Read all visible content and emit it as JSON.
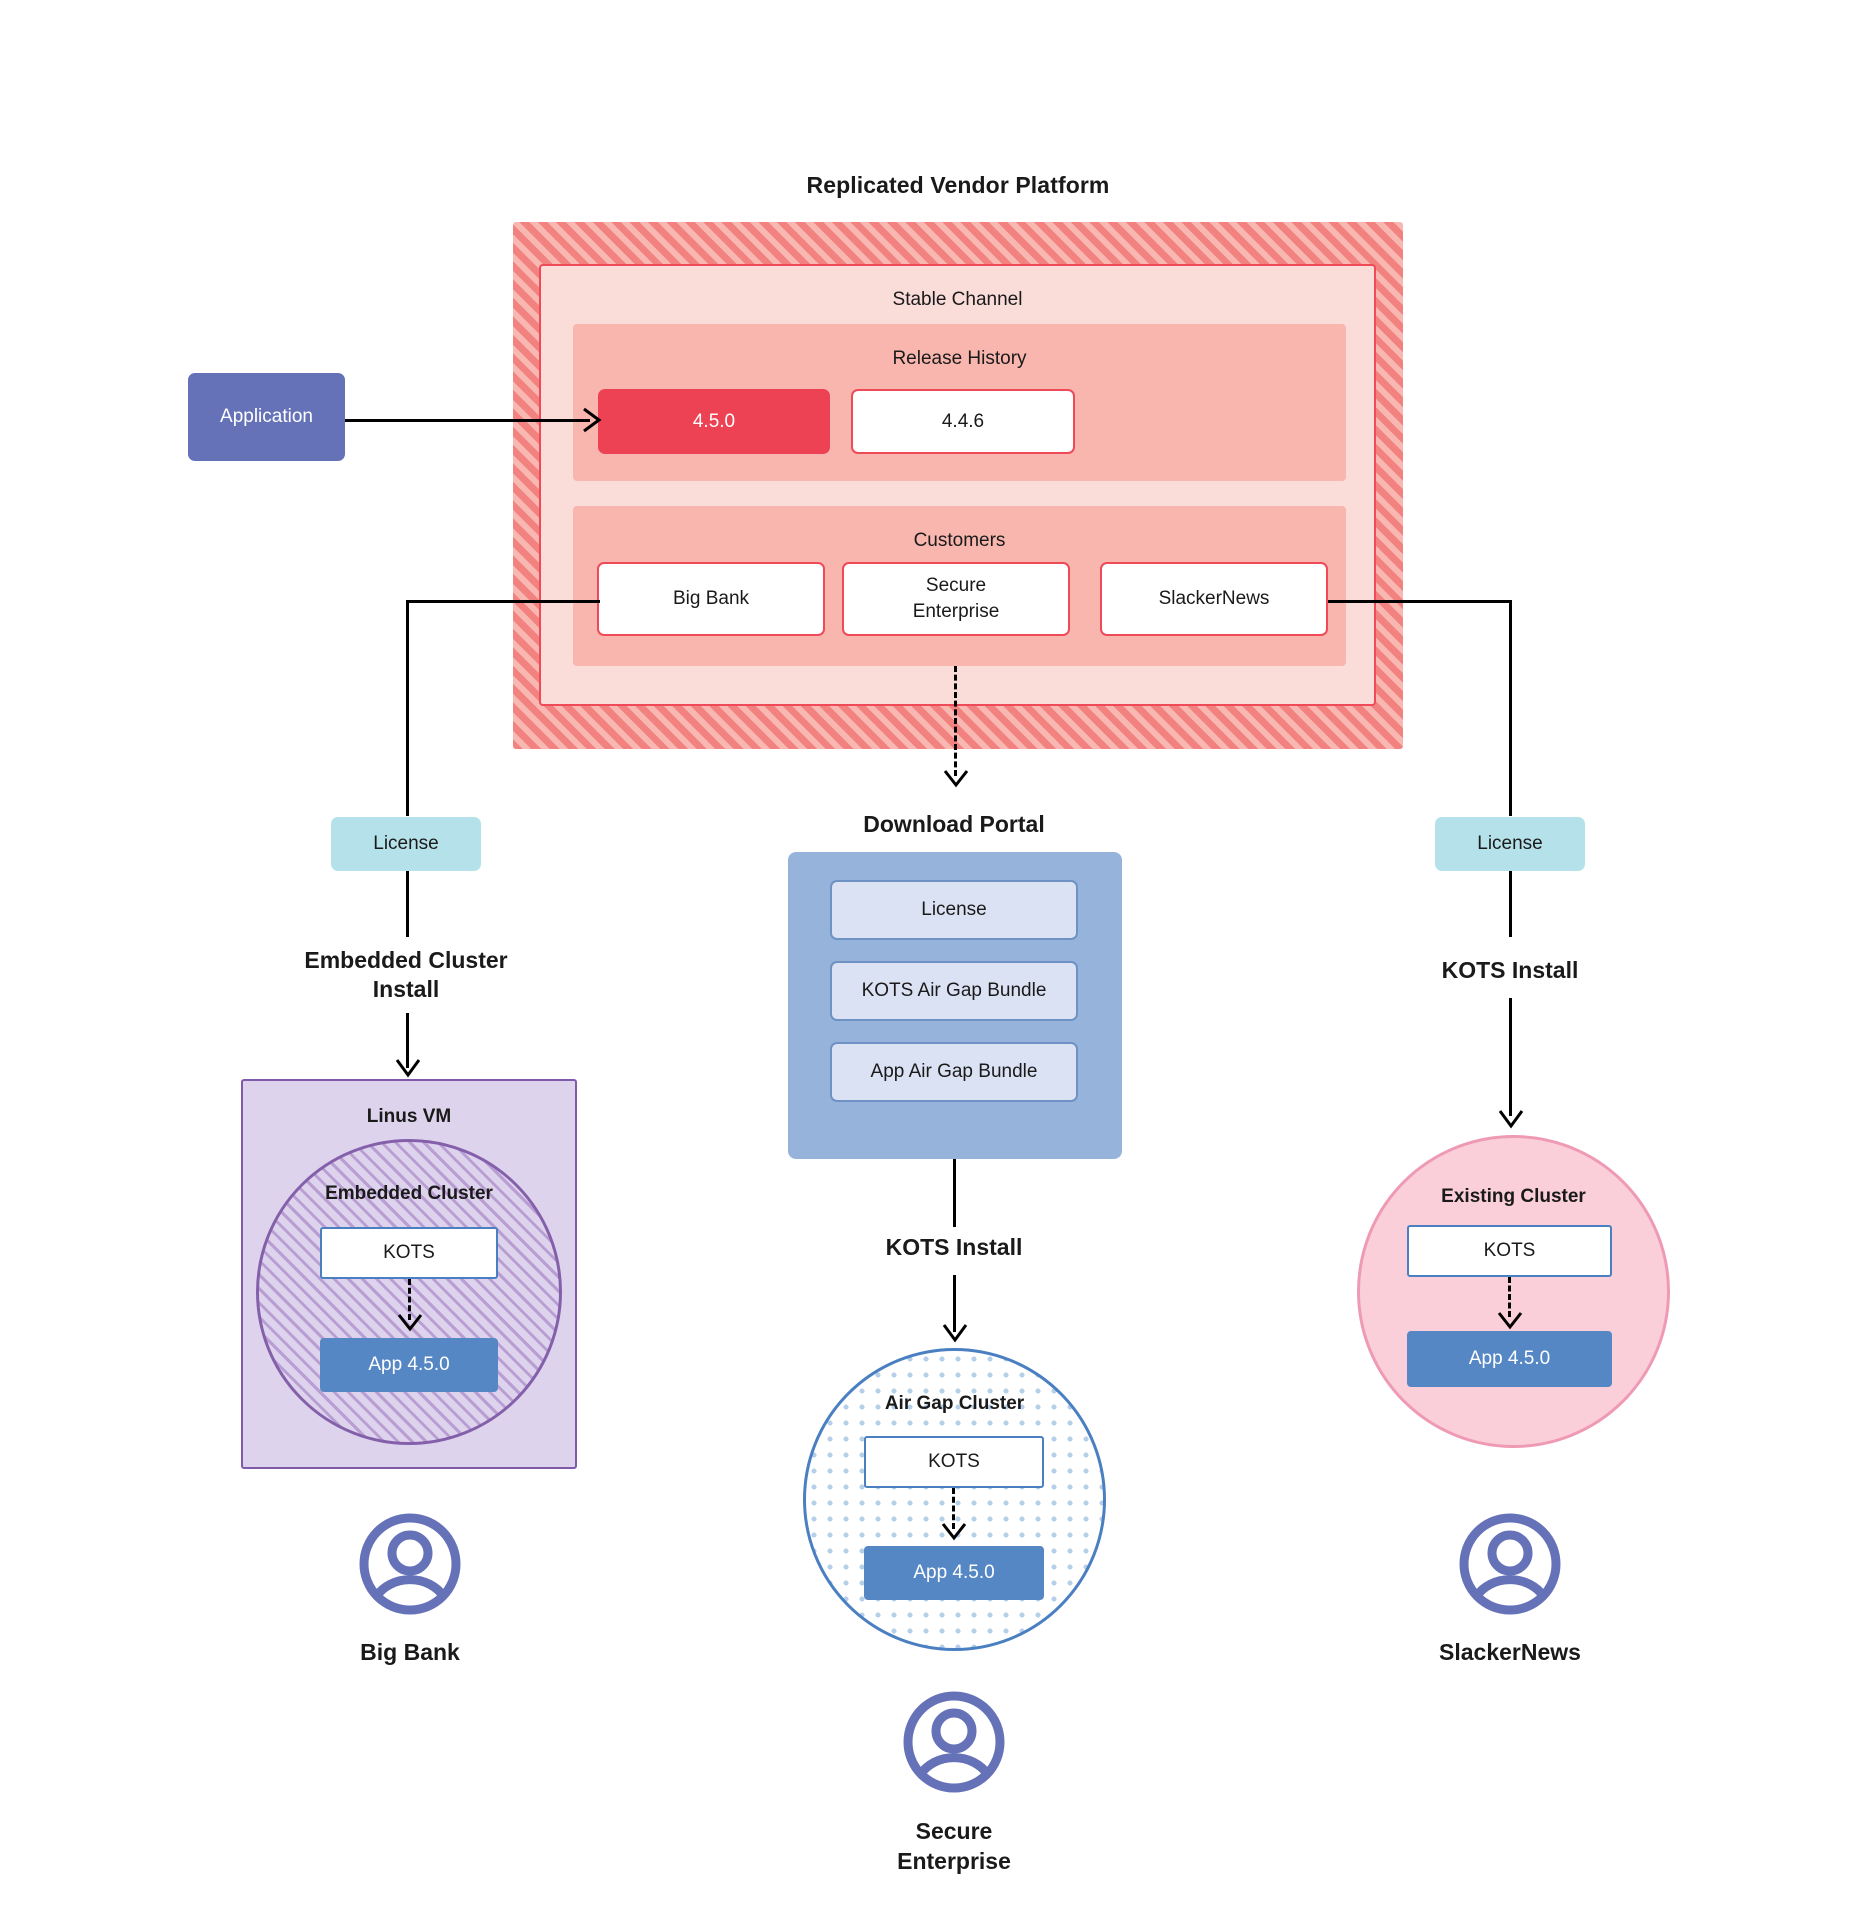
{
  "diagram": {
    "title": "Replicated Vendor Platform"
  },
  "application": {
    "label": "Application"
  },
  "platform": {
    "stable_channel_label": "Stable Channel",
    "release_history": {
      "label": "Release History",
      "releases": [
        {
          "version": "4.5.0",
          "state": "current"
        },
        {
          "version": "4.4.6",
          "state": "previous"
        }
      ]
    },
    "customers": {
      "label": "Customers",
      "items": [
        {
          "name": "Big Bank"
        },
        {
          "name": "Secure\nEnterprise"
        },
        {
          "name": "SlackerNews"
        }
      ]
    }
  },
  "branches": {
    "left": {
      "license_label": "License",
      "install_label": "Embedded Cluster\nInstall",
      "vm_label": "Linus VM",
      "cluster_label": "Embedded Cluster",
      "kots_label": "KOTS",
      "app_label": "App 4.5.0",
      "persona_label": "Big Bank",
      "persona_icon": "user-avatar-icon"
    },
    "center": {
      "portal_title": "Download  Portal",
      "portal_items": [
        {
          "label": "License"
        },
        {
          "label": "KOTS Air Gap Bundle"
        },
        {
          "label": "App Air Gap Bundle"
        }
      ],
      "install_label": "KOTS Install",
      "cluster_label": "Air Gap Cluster",
      "kots_label": "KOTS",
      "app_label": "App 4.5.0",
      "persona_label": "Secure\nEnterprise",
      "persona_icon": "user-avatar-icon"
    },
    "right": {
      "license_label": "License",
      "install_label": "KOTS Install",
      "cluster_label": "Existing Cluster",
      "kots_label": "KOTS",
      "app_label": "App 4.5.0",
      "persona_label": "SlackerNews",
      "persona_icon": "user-avatar-icon"
    }
  },
  "colors": {
    "platform_hatch": "#f2827f",
    "stable_channel_bg": "#fadcd9",
    "release_band_bg": "#f8b6ae",
    "release_current": "#ed4254",
    "release_border": "#ef4a57",
    "application": "#6572b8",
    "license": "#b5e1ea",
    "portal": "#95b3db",
    "portal_item": "#dbe2f3",
    "vm": "#ded3ec",
    "vm_border": "#7f5aa8",
    "airgap_border": "#4a7fc1",
    "existing_cluster": "#fbcfda",
    "existing_cluster_border": "#ef9ab5",
    "app_version": "#5687c5",
    "avatar": "#6572b8",
    "connector": "#000000"
  }
}
